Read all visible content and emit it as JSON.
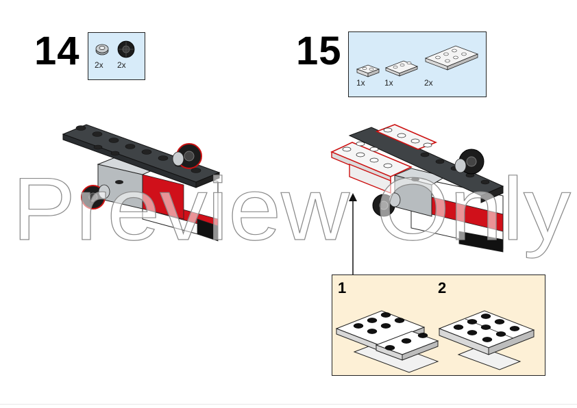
{
  "steps": [
    {
      "number": "14",
      "parts": [
        {
          "icon": "light-gray-round-plate-icon",
          "qty": "2x"
        },
        {
          "icon": "black-wheel-icon",
          "qty": "2x"
        }
      ]
    },
    {
      "number": "15",
      "parts": [
        {
          "icon": "white-plate-1x2-icon",
          "qty": "1x"
        },
        {
          "icon": "white-plate-1x2-icon",
          "qty": "1x"
        },
        {
          "icon": "white-plate-2x3-icon",
          "qty": "2x"
        }
      ]
    }
  ],
  "sub_assembly": {
    "steps": [
      {
        "number": "1"
      },
      {
        "number": "2"
      }
    ]
  },
  "watermark": "Preview Only",
  "colors": {
    "parts_box": "#d7ebf9",
    "sub_box": "#fdf0d6",
    "dark_gray": "#3f4346",
    "red": "#d0101a",
    "highlight": "#cc1111"
  }
}
